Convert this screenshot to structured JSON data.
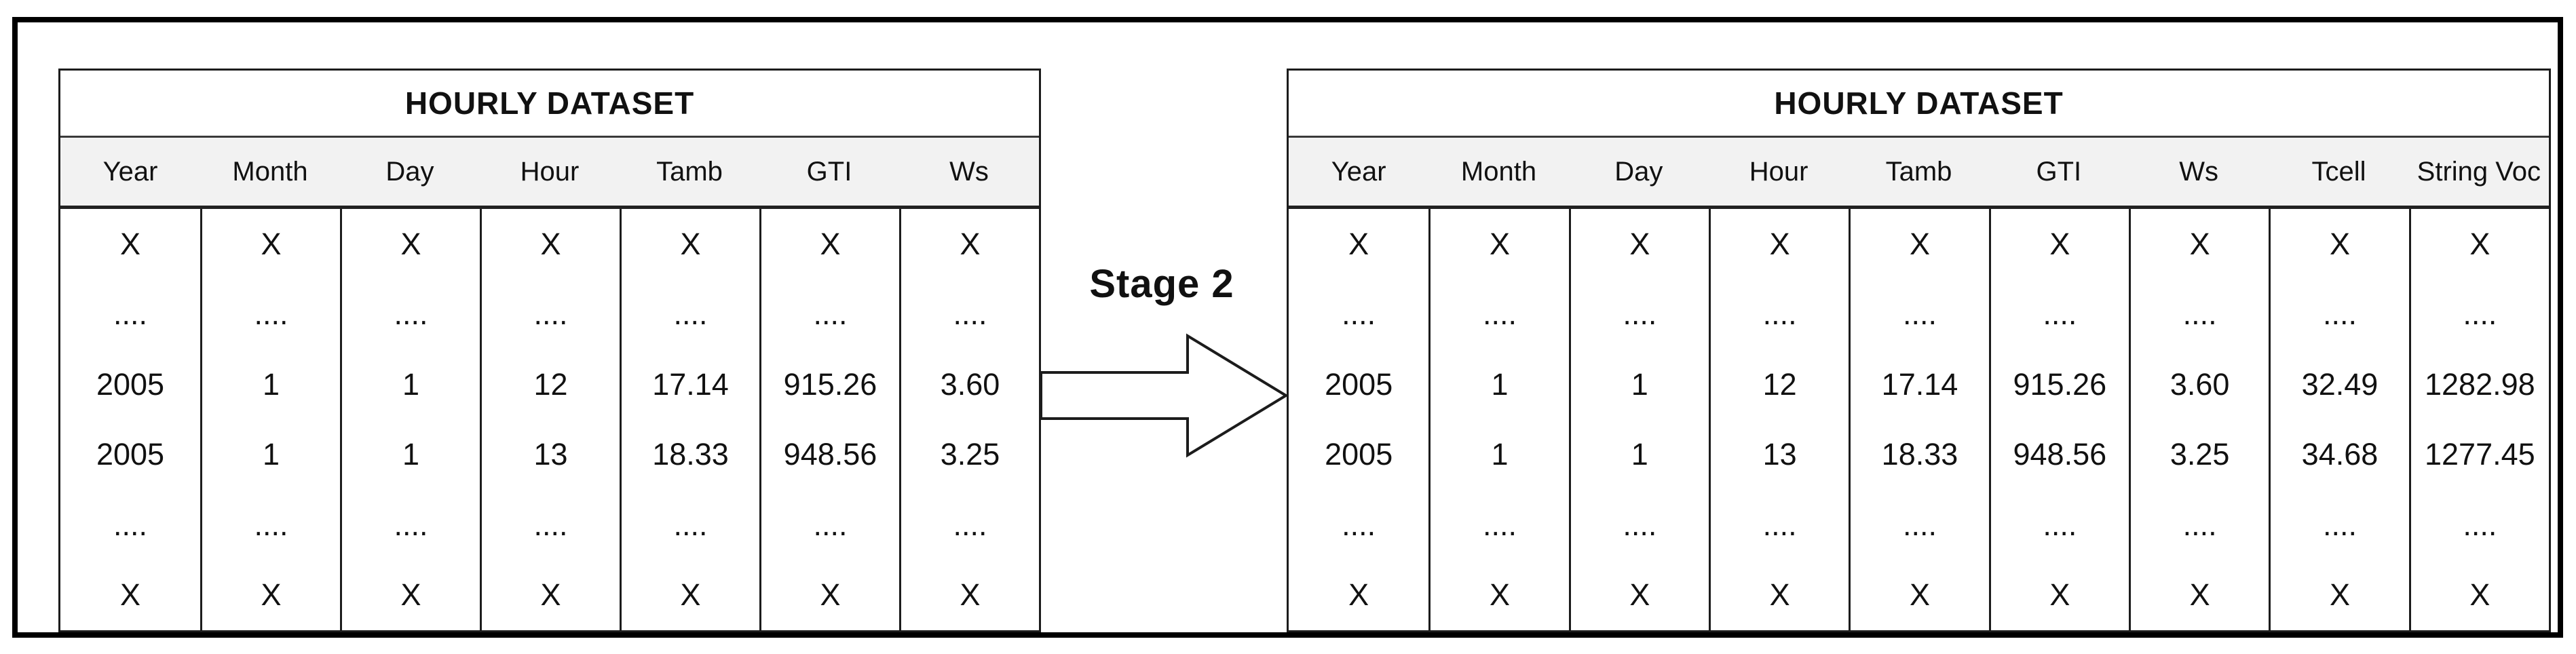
{
  "figure": {
    "stage_label": "Stage 2"
  },
  "left_table": {
    "title": "HOURLY DATASET",
    "columns": [
      "Year",
      "Month",
      "Day",
      "Hour",
      "Tamb",
      "GTI",
      "Ws"
    ],
    "rows": [
      [
        "X",
        "X",
        "X",
        "X",
        "X",
        "X",
        "X"
      ],
      [
        "....",
        "....",
        "....",
        "....",
        "....",
        "....",
        "...."
      ],
      [
        "2005",
        "1",
        "1",
        "12",
        "17.14",
        "915.26",
        "3.60"
      ],
      [
        "2005",
        "1",
        "1",
        "13",
        "18.33",
        "948.56",
        "3.25"
      ],
      [
        "....",
        "....",
        "....",
        "....",
        "....",
        "....",
        "...."
      ],
      [
        "X",
        "X",
        "X",
        "X",
        "X",
        "X",
        "X"
      ]
    ]
  },
  "right_table": {
    "title": "HOURLY DATASET",
    "columns": [
      "Year",
      "Month",
      "Day",
      "Hour",
      "Tamb",
      "GTI",
      "Ws",
      "Tcell",
      "String Voc"
    ],
    "rows": [
      [
        "X",
        "X",
        "X",
        "X",
        "X",
        "X",
        "X",
        "X",
        "X"
      ],
      [
        "....",
        "....",
        "....",
        "....",
        "....",
        "....",
        "....",
        "....",
        "...."
      ],
      [
        "2005",
        "1",
        "1",
        "12",
        "17.14",
        "915.26",
        "3.60",
        "32.49",
        "1282.98"
      ],
      [
        "2005",
        "1",
        "1",
        "13",
        "18.33",
        "948.56",
        "3.25",
        "34.68",
        "1277.45"
      ],
      [
        "....",
        "....",
        "....",
        "....",
        "....",
        "....",
        "....",
        "....",
        "...."
      ],
      [
        "X",
        "X",
        "X",
        "X",
        "X",
        "X",
        "X",
        "X",
        "X"
      ]
    ]
  },
  "colors": {
    "frame_border": "#000000",
    "table_border": "#1c1c1c",
    "header_background": "#f2f2f2",
    "text": "#111111"
  }
}
